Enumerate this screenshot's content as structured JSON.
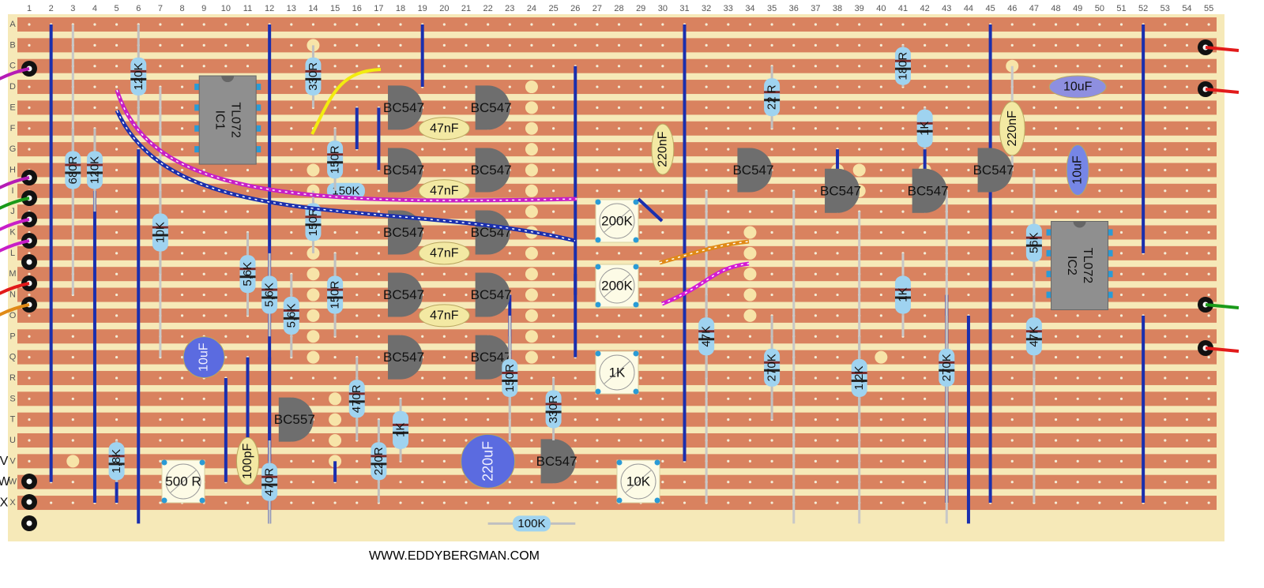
{
  "board": {
    "columns": [
      "1",
      "2",
      "3",
      "4",
      "5",
      "6",
      "7",
      "8",
      "9",
      "10",
      "11",
      "12",
      "13",
      "14",
      "15",
      "16",
      "17",
      "18",
      "19",
      "20",
      "21",
      "22",
      "23",
      "24",
      "25",
      "26",
      "27",
      "28",
      "29",
      "30",
      "31",
      "32",
      "33",
      "34",
      "35",
      "36",
      "37",
      "38",
      "39",
      "40",
      "41",
      "42",
      "43",
      "44",
      "45",
      "46",
      "47",
      "48",
      "49",
      "50",
      "51",
      "52",
      "53",
      "54",
      "55"
    ],
    "rows": [
      "A",
      "B",
      "C",
      "D",
      "E",
      "F",
      "G",
      "H",
      "I",
      "J",
      "K",
      "L",
      "M",
      "N",
      "O",
      "P",
      "Q",
      "R",
      "S",
      "T",
      "U",
      "V",
      "W",
      "X"
    ],
    "edge_labels": [
      "V",
      "W",
      "X"
    ],
    "credit": "WWW.EDDYBERGMAN.COM",
    "colors": {
      "strip": "#d9825f",
      "gap": "#f6e9b8",
      "link": "#1a2fae",
      "tx": "#6e6e6e",
      "ic": "#8f8f8f",
      "resistor": "#9fd3f0",
      "cap_film": "#f3e9a3",
      "cap_elec": "#5b6be0",
      "pot": "#fdfbe6"
    }
  },
  "ics": [
    {
      "id": "ic1",
      "name": "IC1",
      "part": "TL072"
    },
    {
      "id": "ic2",
      "name": "IC2",
      "part": "TL072"
    }
  ],
  "transistors": [
    {
      "id": "q1",
      "label": "BC547"
    },
    {
      "id": "q2",
      "label": "BC547"
    },
    {
      "id": "q3",
      "label": "BC547"
    },
    {
      "id": "q4",
      "label": "BC547"
    },
    {
      "id": "q5",
      "label": "BC547"
    },
    {
      "id": "q6",
      "label": "BC547"
    },
    {
      "id": "q7",
      "label": "BC547"
    },
    {
      "id": "q8",
      "label": "BC547"
    },
    {
      "id": "q9",
      "label": "BC547"
    },
    {
      "id": "q10",
      "label": "BC547"
    },
    {
      "id": "q11",
      "label": "BC557"
    },
    {
      "id": "q12",
      "label": "BC547"
    },
    {
      "id": "q13",
      "label": "BC547"
    },
    {
      "id": "q14",
      "label": "BC547"
    },
    {
      "id": "q15",
      "label": "BC547"
    },
    {
      "id": "q16",
      "label": "BC547"
    }
  ],
  "resistors": [
    {
      "id": "r1",
      "label": "680R"
    },
    {
      "id": "r2",
      "label": "120K"
    },
    {
      "id": "r3",
      "label": "120K"
    },
    {
      "id": "r4",
      "label": "10K"
    },
    {
      "id": "r5",
      "label": "5,6K"
    },
    {
      "id": "r6",
      "label": "5,6K"
    },
    {
      "id": "r7",
      "label": "5,6K"
    },
    {
      "id": "r8",
      "label": "150K"
    },
    {
      "id": "r9",
      "label": "330R"
    },
    {
      "id": "r10",
      "label": "150R"
    },
    {
      "id": "r11",
      "label": "150R"
    },
    {
      "id": "r12",
      "label": "150R"
    },
    {
      "id": "r13",
      "label": "470R"
    },
    {
      "id": "r14",
      "label": "1,8K"
    },
    {
      "id": "r15",
      "label": "470R"
    },
    {
      "id": "r16",
      "label": "220R"
    },
    {
      "id": "r17",
      "label": "1K"
    },
    {
      "id": "r18",
      "label": "150R"
    },
    {
      "id": "r19",
      "label": "330R"
    },
    {
      "id": "r20",
      "label": "100K"
    },
    {
      "id": "r21",
      "label": "22 R"
    },
    {
      "id": "r22",
      "label": "47K"
    },
    {
      "id": "r23",
      "label": "270K"
    },
    {
      "id": "r24",
      "label": "1,2K"
    },
    {
      "id": "r25",
      "label": "180R"
    },
    {
      "id": "r26",
      "label": "1K"
    },
    {
      "id": "r27",
      "label": "1K"
    },
    {
      "id": "r28",
      "label": "270K"
    },
    {
      "id": "r29",
      "label": "56K"
    },
    {
      "id": "r30",
      "label": "47K"
    }
  ],
  "capacitors": [
    {
      "id": "c1",
      "label": "47nF"
    },
    {
      "id": "c2",
      "label": "47nF"
    },
    {
      "id": "c3",
      "label": "47nF"
    },
    {
      "id": "c4",
      "label": "47nF"
    },
    {
      "id": "c5",
      "label": "220nF"
    },
    {
      "id": "c6",
      "label": "220nF"
    },
    {
      "id": "c7",
      "label": "10uF"
    },
    {
      "id": "c8",
      "label": "220uF"
    },
    {
      "id": "c9",
      "label": "100pF"
    },
    {
      "id": "c10",
      "label": "10uF"
    },
    {
      "id": "c11",
      "label": "10uF"
    }
  ],
  "trimmers": [
    {
      "id": "p1",
      "label": "200K"
    },
    {
      "id": "p2",
      "label": "200K"
    },
    {
      "id": "p3",
      "label": "1K"
    },
    {
      "id": "p4",
      "label": "10K"
    },
    {
      "id": "p5",
      "label": "500 R"
    }
  ]
}
